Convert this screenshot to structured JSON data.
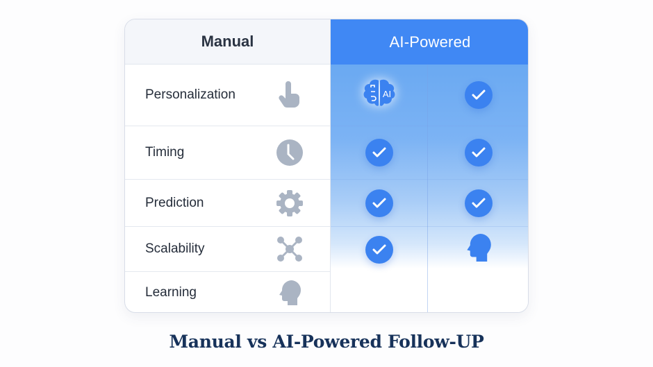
{
  "table": {
    "columns": {
      "manual": "Manual",
      "ai": "AI-Powered"
    },
    "rows": [
      {
        "label": "Personalization",
        "manual_icon": "hand-pointer-icon",
        "ai_cells": [
          "ai-brain-icon",
          "check-icon"
        ]
      },
      {
        "label": "Timing",
        "manual_icon": "clock-icon",
        "ai_cells": [
          "check-icon",
          "check-icon"
        ]
      },
      {
        "label": "Prediction",
        "manual_icon": "gear-icon",
        "ai_cells": [
          "check-icon",
          "check-icon"
        ]
      },
      {
        "label": "Scalability",
        "manual_icon": "network-nodes-icon",
        "ai_cells": [
          "check-icon",
          "head-icon"
        ]
      },
      {
        "label": "Learning",
        "manual_icon": "head-icon",
        "ai_cells": [
          "",
          ""
        ]
      }
    ],
    "ai_brain_text": "AI"
  },
  "colors": {
    "accent": "#4088f4",
    "check": "#3b82f0",
    "manual_icon": "#aab4c3",
    "title": "#17325a"
  },
  "caption": "Manual vs AI-Powered Follow-UP"
}
